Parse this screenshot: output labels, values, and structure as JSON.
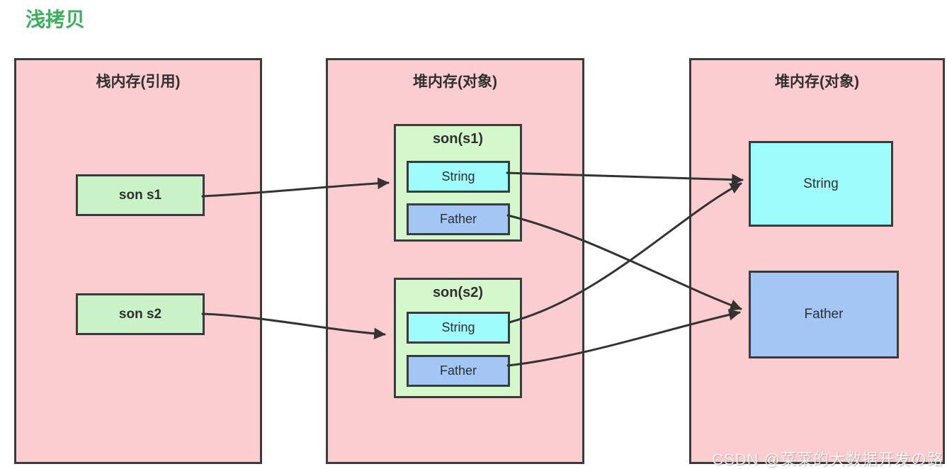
{
  "title": "浅拷贝",
  "stack_panel": {
    "title": "栈内存(引用)",
    "refs": [
      {
        "label": "son s1"
      },
      {
        "label": "son s2"
      }
    ]
  },
  "object_panel": {
    "title": "堆内存(对象)",
    "objects": [
      {
        "title": "son(s1)",
        "fields": [
          "String",
          "Father"
        ]
      },
      {
        "title": "son(s2)",
        "fields": [
          "String",
          "Father"
        ]
      }
    ]
  },
  "heap_panel": {
    "title": "堆内存(对象)",
    "objects": [
      {
        "label": "String"
      },
      {
        "label": "Father"
      }
    ]
  },
  "edges": [
    {
      "from": "son s1",
      "to": "son(s1)"
    },
    {
      "from": "son s2",
      "to": "son(s2)"
    },
    {
      "from": "son(s1).String",
      "to": "heap.String"
    },
    {
      "from": "son(s1).Father",
      "to": "heap.Father"
    },
    {
      "from": "son(s2).String",
      "to": "heap.String"
    },
    {
      "from": "son(s2).Father",
      "to": "heap.Father"
    }
  ],
  "watermark": "CSDN @菜菜的大数据开发の路",
  "colors": {
    "title_green": "#3bae5b",
    "panel_pink": "#fbcdd0",
    "border_dark": "#3b3b3b",
    "green_box": "#c9f2c9",
    "green_container": "#d4f7cc",
    "cyan_box": "#9ffcfc",
    "blue_box": "#a3c6f5",
    "arrow": "#333333"
  }
}
